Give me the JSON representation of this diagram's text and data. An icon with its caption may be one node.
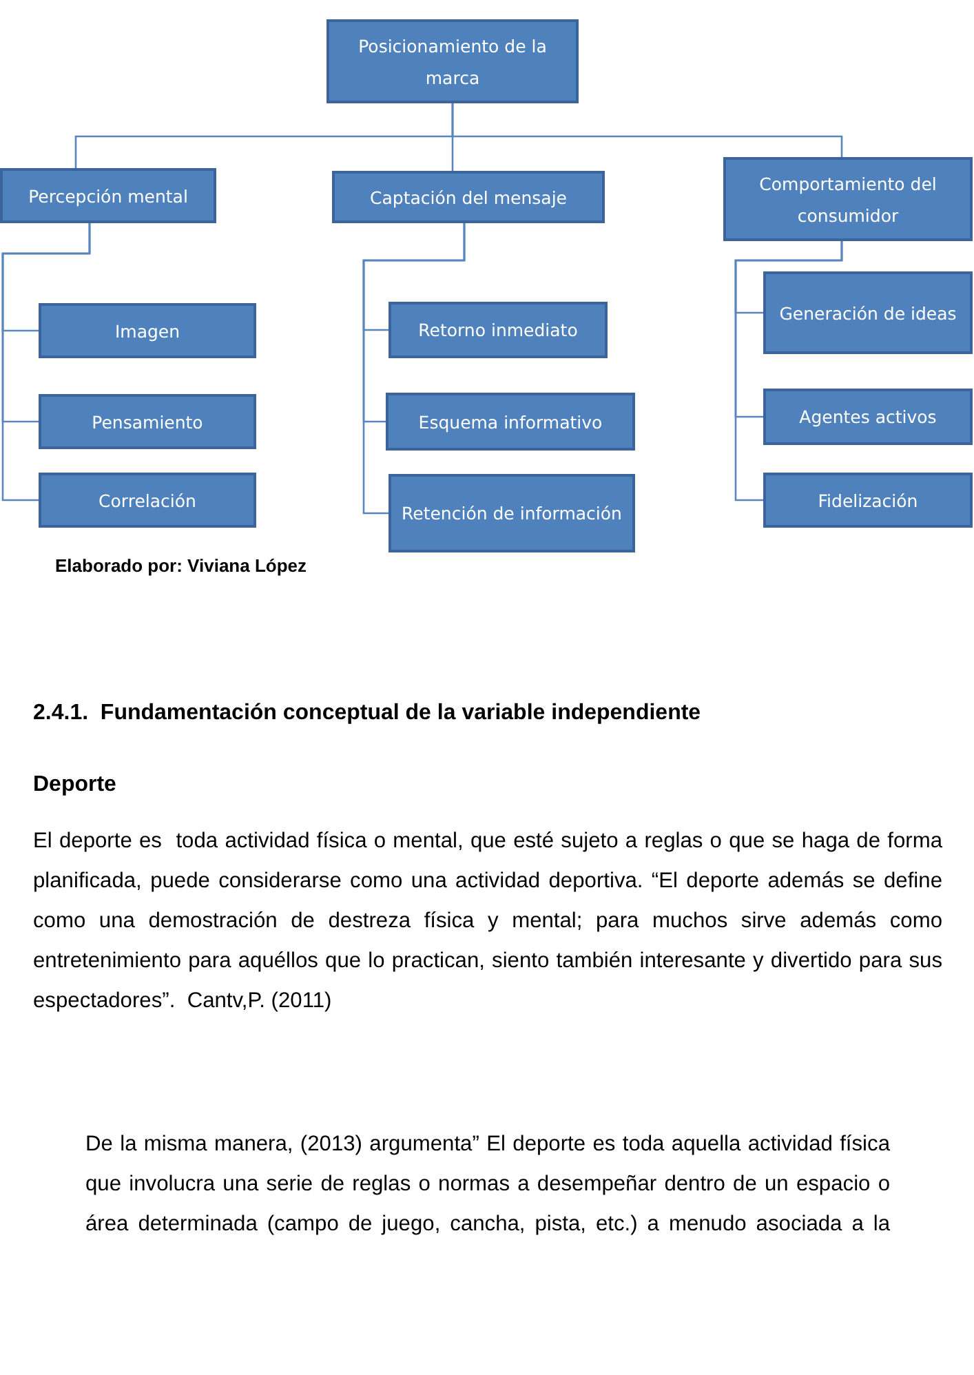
{
  "diagram": {
    "nodes": [
      {
        "text": [
          "Posicionamiento de la marca"
        ]
      },
      {
        "text": [
          "Percepción mental"
        ]
      },
      {
        "text": [
          "Captación del mensaje"
        ]
      },
      {
        "text": [
          "Comportamiento del consumidor"
        ]
      },
      {
        "text": [
          "Imagen"
        ]
      },
      {
        "text": [
          "Pensamiento"
        ]
      },
      {
        "text": [
          "Correlación"
        ]
      },
      {
        "text": [
          "Retorno inmediato"
        ]
      },
      {
        "text": [
          "Esquema informativo"
        ]
      },
      {
        "text": [
          "Retención de información"
        ]
      },
      {
        "text": [
          "Generación de ideas"
        ]
      },
      {
        "text": [
          "Agentes activos"
        ]
      },
      {
        "text": [
          "Fidelización"
        ]
      }
    ],
    "edges": [
      {
        "from": 0,
        "to": 1,
        "arrow": "none"
      },
      {
        "from": 0,
        "to": 2,
        "arrow": "none"
      },
      {
        "from": 0,
        "to": 3,
        "arrow": "none"
      },
      {
        "from": 1,
        "to": 4,
        "arrow": "none"
      },
      {
        "from": 1,
        "to": 5,
        "arrow": "none"
      },
      {
        "from": 1,
        "to": 6,
        "arrow": "none"
      },
      {
        "from": 2,
        "to": 7,
        "arrow": "none"
      },
      {
        "from": 2,
        "to": 8,
        "arrow": "none"
      },
      {
        "from": 2,
        "to": 9,
        "arrow": "none"
      },
      {
        "from": 3,
        "to": 10,
        "arrow": "none"
      },
      {
        "from": 3,
        "to": 11,
        "arrow": "none"
      },
      {
        "from": 3,
        "to": 12,
        "arrow": "none"
      }
    ],
    "labels": [
      "Elaborado por: Viviana López",
      "2.4.1.  Fundamentación conceptual de la variable independiente",
      "Deporte",
      "El deporte es  toda actividad física o mental, que esté sujeto a reglas o que se haga de forma planificada, puede considerarse como una actividad deportiva. “El deporte además se define como una demostración de destreza física y mental; para muchos sirve además como entretenimiento para aquéllos que lo practican, siento también interesante y divertido para sus espectadores”.  Cantv,P. (2011)",
      "De la misma manera, (2013) argumenta” El deporte es toda aquella actividad física que involucra una serie de reglas o normas a desempeñar dentro de un espacio o área determinada (campo de juego, cancha, pista, etc.) a menudo asociada a la"
    ]
  }
}
